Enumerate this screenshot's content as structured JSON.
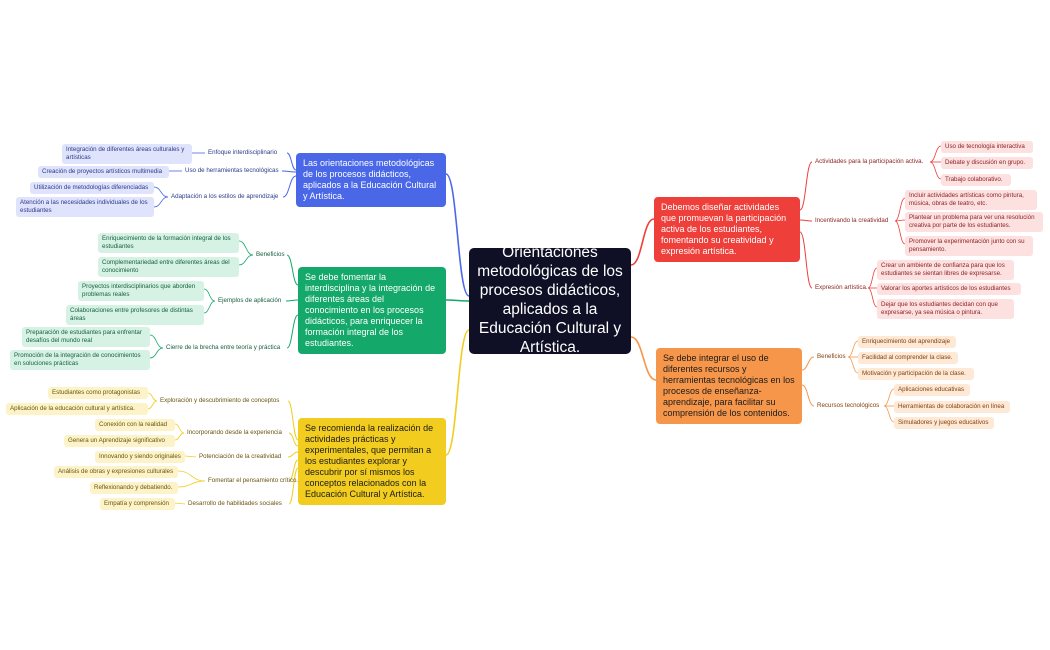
{
  "colors": {
    "blue": "#4a67e8",
    "green": "#14a86a",
    "yellow": "#f2cd1f",
    "red": "#ee3f3a",
    "orange": "#f5964a",
    "center": "#0f0f26"
  },
  "center": {
    "title": "Orientaciones metodológicas de los procesos didácticos, aplicados a la Educación Cultural y Artística."
  },
  "blue": {
    "title": "Las orientaciones metodológicas de los procesos didácticos, aplicados a la Educación Cultural y Artística.",
    "sub1": {
      "label": "Enfoque interdisciplinario",
      "leaves": [
        "Integración de diferentes áreas culturales y artísticas"
      ]
    },
    "sub2": {
      "label": "Uso de herramientas tecnológicas",
      "leaves": [
        "Creación de proyectos artísticos multimedia"
      ]
    },
    "sub3": {
      "label": "Adaptación a los estilos de aprendizaje",
      "leaves": [
        "Utilización de metodologías diferenciadas",
        "Atención a las necesidades individuales de los estudiantes"
      ]
    }
  },
  "green": {
    "title": "Se debe fomentar la interdisciplina y la integración de diferentes áreas del conocimiento en los procesos didácticos, para enriquecer la formación integral de los estudiantes.",
    "sub1": {
      "label": "Beneficios",
      "leaves": [
        "Enriquecimiento de la formación integral de los estudiantes",
        "Complementariedad entre diferentes áreas del conocimiento"
      ]
    },
    "sub2": {
      "label": "Ejemplos de aplicación",
      "leaves": [
        "Proyectos interdisciplinarios que aborden problemas reales",
        "Colaboraciones entre profesores de distintas áreas"
      ]
    },
    "sub3": {
      "label": "Cierre de la brecha entre teoría y práctica",
      "leaves": [
        "Preparación de estudiantes para enfrentar desafíos del mundo real",
        "Promoción de la integración de conocimientos en soluciones prácticas"
      ]
    }
  },
  "yellow": {
    "title": "Se recomienda la realización de actividades prácticas y experimentales, que permitan a los estudiantes explorar y descubrir por sí mismos los conceptos relacionados con la Educación Cultural y Artística.",
    "sub1": {
      "label": "Exploración y descubrimiento de conceptos",
      "leaves": [
        "Estudiantes como protagonistas",
        "Aplicación de la educación cultural y artística."
      ]
    },
    "sub2": {
      "label": "Incorporando desde la experiencia",
      "leaves": [
        "Conexión con la realidad",
        "Genera un Aprendizaje significativo"
      ]
    },
    "sub3": {
      "label": "Potenciación de la creatividad",
      "leaves": [
        "Innovando y siendo originales"
      ]
    },
    "sub4": {
      "label": "Fomentar el pensamiento crítico.",
      "leaves": [
        "Análisis de obras y expresiones culturales",
        "Reflexionando y debatiendo."
      ]
    },
    "sub5": {
      "label": "Desarrollo de habilidades sociales",
      "leaves": [
        "Empatía y comprensión"
      ]
    }
  },
  "red": {
    "title": "Debemos diseñar actividades que promuevan la participación activa de los estudiantes, fomentando su creatividad y expresión artística.",
    "sub1": {
      "label": "Actividades para la participación activa.",
      "leaves": [
        "Uso de tecnología interactiva",
        "Debate y discusión en grupo.",
        "Trabajo colaborativo."
      ]
    },
    "sub2": {
      "label": "Incentivando la creatividad",
      "leaves": [
        "Incluir actividades artísticas como pintura, música, obras de teatro, etc.",
        "Plantear un problema para ver una resolución creativa por parte de los estudiantes.",
        "Promover la experimentación junto con su pensamiento."
      ]
    },
    "sub3": {
      "label": "Expresión artística.",
      "leaves": [
        "Crear un ambiente de confianza para que los estudiantes se sientan libres de expresarse.",
        "Valorar los aportes artísticos de los estudiantes",
        "Dejar que los estudiantes decidan con que expresarse, ya sea música o pintura."
      ]
    }
  },
  "orange": {
    "title": "Se debe integrar el uso de diferentes recursos y herramientas tecnológicas en los procesos de enseñanza-aprendizaje, para facilitar su comprensión de los contenidos.",
    "sub1": {
      "label": "Beneficios",
      "leaves": [
        "Enriquecimiento del aprendizaje",
        "Facilidad al comprender la clase.",
        "Motivación y participación de la clase."
      ]
    },
    "sub2": {
      "label": "Recursos tecnológicos",
      "leaves": [
        "Aplicaciones educativas",
        "Herramientas de colaboración en línea",
        "Simuladores y juegos educativos"
      ]
    }
  }
}
